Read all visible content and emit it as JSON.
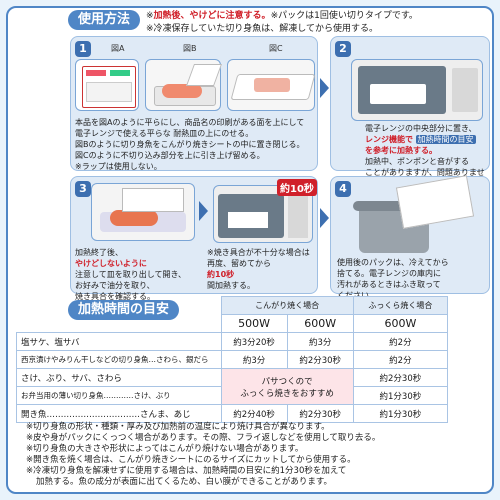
{
  "section1": {
    "title": "使用方法",
    "note1_prefix": "※",
    "note1_red": "加熱後、やけどに注意する。",
    "note1_rest": "※パックは1回使い切りタイプです。",
    "note2": "※冷凍保存していた切り身魚は、解凍してから使用する。"
  },
  "step1": {
    "number": "1",
    "fig_a": "図A",
    "fig_b": "図B",
    "fig_c": "図C",
    "text": [
      "本品を図Aのように平らにし、商品名の印刷がある面を上にして",
      "電子レンジで使える平らな 耐熱皿の上にのせる。",
      "図Bのように切り身魚をこんがり焼きシートの中に置き閉じる。",
      "図Cのように不切り込み部分を上に引き上げ留める。",
      "※ラップは使用しない。"
    ]
  },
  "step2": {
    "number": "2",
    "text_plain1": "電子レンジの中央部分に置き、",
    "text_red": "レンジ機能で",
    "badge": "加熱時間の目安",
    "text_red2": "を参考に加熱する。",
    "text_plain2": [
      "加熱中、ポンポンと音がする",
      "ことがありますが、問題ありません。"
    ]
  },
  "step3": {
    "number": "3",
    "badge": "約10秒",
    "text_left": [
      "加熱終了後、",
      "やけどしないように",
      "注意して皿を取り出して開き、",
      "お好みで油分を取り、",
      "焼き具合を確認する。"
    ],
    "text_right": [
      "※焼き具合が不十分な場合は",
      "再度、留めてから",
      "約10秒",
      "間加熱する。"
    ]
  },
  "step4": {
    "number": "4",
    "text": [
      "使用後のパックは、冷えてから",
      "捨てる。電子レンジの庫内に",
      "汚れがあるときはふき取って",
      "ください。"
    ]
  },
  "section2": {
    "title": "加熱時間の目安",
    "group_kongari": "こんがり焼く場合",
    "group_fukkura": "ふっくら焼く場合",
    "w500": "500W",
    "w600": "600W",
    "w600b": "600W",
    "rows": [
      {
        "name": "塩サケ、塩サバ",
        "c500": "約3分20秒",
        "c600": "約3分",
        "cf": "約2分"
      },
      {
        "name": "西京漬けやみりん干しなどの切り身魚…さわら、銀だら",
        "c500": "約3分",
        "c600": "約2分30秒",
        "cf": "約2分"
      },
      {
        "name": "さけ、ぶり、サバ、さわら",
        "c500": "",
        "c600": "",
        "cf": "約2分30秒"
      },
      {
        "name": "お弁当用の薄い切り身魚…………さけ、ぶり",
        "c500": "",
        "c600": "",
        "cf": "約1分30秒"
      },
      {
        "name": "開き魚……………………………さんま、あじ",
        "c500": "約2分40秒",
        "c600": "約2分30秒",
        "cf": "約1分30秒"
      }
    ],
    "merged_text": [
      "パサつくので",
      "ふっくら焼きをおすすめ"
    ]
  },
  "notes": [
    "※切り身魚の形状・種類・厚み及び加熱前の温度により焼け具合が異なります。",
    "※皮や身がパックにくっつく場合があります。その際、フライ返しなどを使用して取り去る。",
    "※切り身魚の大きさや形状によってはこんがり焼けない場合があります。",
    "※開き魚を焼く場合は、こんがり焼きシートにのるサイズにカットしてから使用する。",
    "※冷凍切り身魚を解凍せずに使用する場合は、加熱時間の目安に約1分30秒を加えて",
    "加熱する。魚の成分が表面に出てくるため、白い膜ができることがあります。"
  ]
}
